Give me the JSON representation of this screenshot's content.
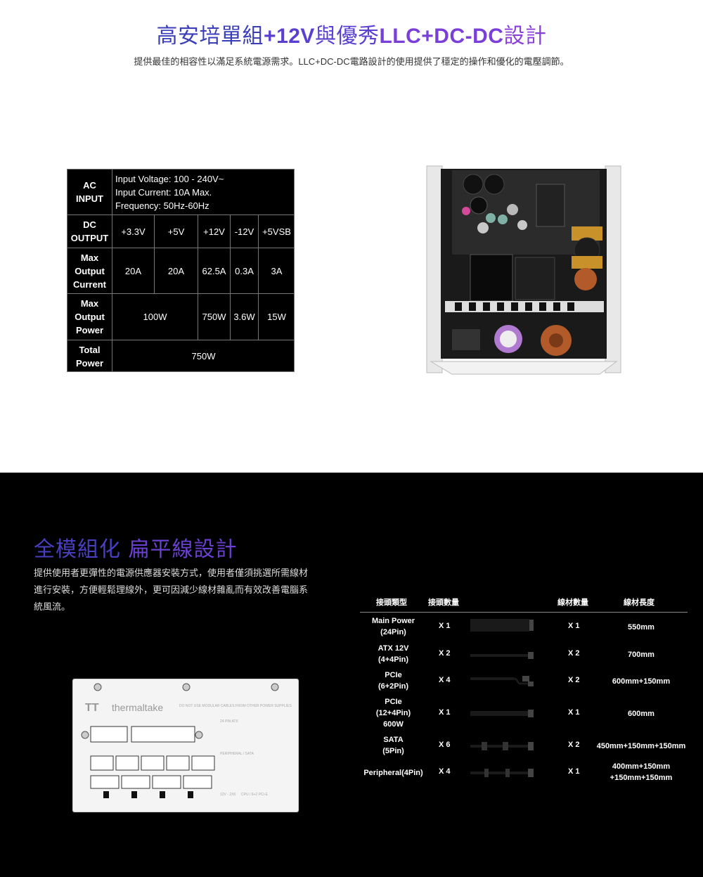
{
  "section1": {
    "title_a": "高安培單組",
    "title_b": "+12V",
    "title_c": "與優秀",
    "title_d": "LLC+DC-DC",
    "title_e": "設計",
    "subtitle": "提供最佳的相容性以滿足系統電源需求。LLC+DC-DC電路設計的使用提供了穩定的操作和優化的電壓調節。"
  },
  "spec_table": {
    "ac_label_1": "AC",
    "ac_label_2": "INPUT",
    "ac_lines": [
      "Input Voltage: 100 - 240V~",
      "Input Current: 10A Max.",
      "Frequency: 50Hz-60Hz"
    ],
    "dc_label_1": "DC",
    "dc_label_2": "OUTPUT",
    "dc_rails": [
      "+3.3V",
      "+5V",
      "+12V",
      "-12V",
      "+5VSB"
    ],
    "current_label_1": "Max",
    "current_label_2": "Output",
    "current_label_3": "Current",
    "currents": [
      "20A",
      "20A",
      "62.5A",
      "0.3A",
      "3A"
    ],
    "power_label_1": "Max",
    "power_label_2": "Output",
    "power_label_3": "Power",
    "power_combined": "100W",
    "power_12v": "750W",
    "power_n12v": "3.6W",
    "power_5vsb": "15W",
    "total_label_1": "Total",
    "total_label_2": "Power",
    "total_value": "750W"
  },
  "section2": {
    "title_a": "全模組化 ",
    "title_b": "扁平線設計",
    "desc_lines": [
      "提供使用者更彈性的電源供應器安裝方式，使用者僅須挑選所需線材",
      "進行安裝，方便輕鬆理線外，更可因減少線材雜亂而有效改善電腦系",
      "統風流。"
    ]
  },
  "modular_panel": {
    "brand": "thermaltake",
    "warning": "DO NOT USE MODULAR CABLES FROM OTHER POWER SUPPLIES",
    "label_24pin": "24 PIN ATX",
    "label_periph": "PERIPHERAL / SATA",
    "label_12v": "12V - 2X6",
    "label_cpu": "CPU / 6+2 PCI-E"
  },
  "cable_table": {
    "headers": {
      "type": "接頭類型",
      "qty": "接頭數量",
      "cables": "線材數量",
      "length": "線材長度"
    },
    "rows": [
      {
        "type_lines": [
          "Main Power",
          "(24Pin)"
        ],
        "qty": "X 1",
        "cables": "X 1",
        "length_lines": [
          "550mm"
        ]
      },
      {
        "type_lines": [
          "ATX 12V",
          "(4+4Pin)"
        ],
        "qty": "X 2",
        "cables": "X 2",
        "length_lines": [
          "700mm"
        ]
      },
      {
        "type_lines": [
          "PCIe",
          "(6+2Pin)"
        ],
        "qty": "X 4",
        "cables": "X 2",
        "length_lines": [
          "600mm+150mm"
        ]
      },
      {
        "type_lines": [
          "PCIe",
          "(12+4Pin)",
          "600W"
        ],
        "qty": "X 1",
        "cables": "X 1",
        "length_lines": [
          "600mm"
        ]
      },
      {
        "type_lines": [
          "SATA",
          "(5Pin)"
        ],
        "qty": "X 6",
        "cables": "X 2",
        "length_lines": [
          "450mm+150mm+150mm"
        ]
      },
      {
        "type_lines": [
          "Peripheral(4Pin)"
        ],
        "qty": "X 4",
        "cables": "X 1",
        "length_lines": [
          "400mm+150mm",
          "+150mm+150mm"
        ]
      }
    ]
  }
}
